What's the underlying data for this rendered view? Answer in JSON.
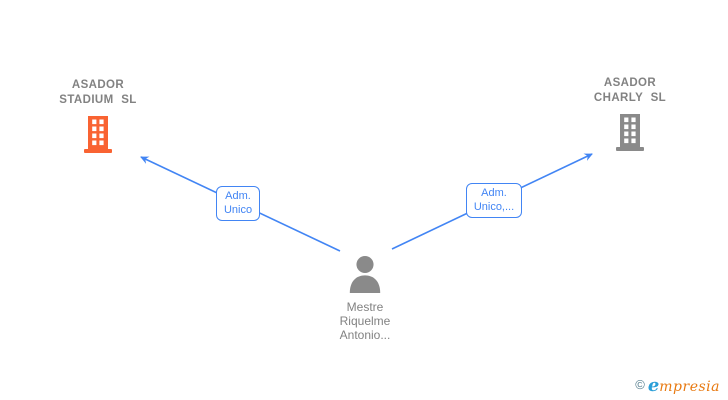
{
  "diagram": {
    "companies": [
      {
        "id": "company-left",
        "name_line1": "ASADOR",
        "name_line2": "STADIUM SL",
        "icon": "building-icon",
        "icon_color": "#f96332"
      },
      {
        "id": "company-right",
        "name_line1": "ASADOR",
        "name_line2": "CHARLY SL",
        "icon": "building-icon",
        "icon_color": "#8a8a8a"
      }
    ],
    "person": {
      "name_line1": "Mestre",
      "name_line2": "Riquelme",
      "name_line3": "Antonio...",
      "icon": "person-icon",
      "icon_color": "#8a8a8a"
    },
    "edges": [
      {
        "label_line1": "Adm.",
        "label_line2": "Unico"
      },
      {
        "label_line1": "Adm.",
        "label_line2": "Unico,..."
      }
    ],
    "colors": {
      "edge_blue": "#4285f4",
      "node_text_gray": "#828282",
      "building_orange": "#f96332",
      "building_gray": "#8a8a8a"
    }
  },
  "watermark": {
    "copyright": "©",
    "brand_first_letter": "e",
    "brand_rest": "mpresia"
  }
}
